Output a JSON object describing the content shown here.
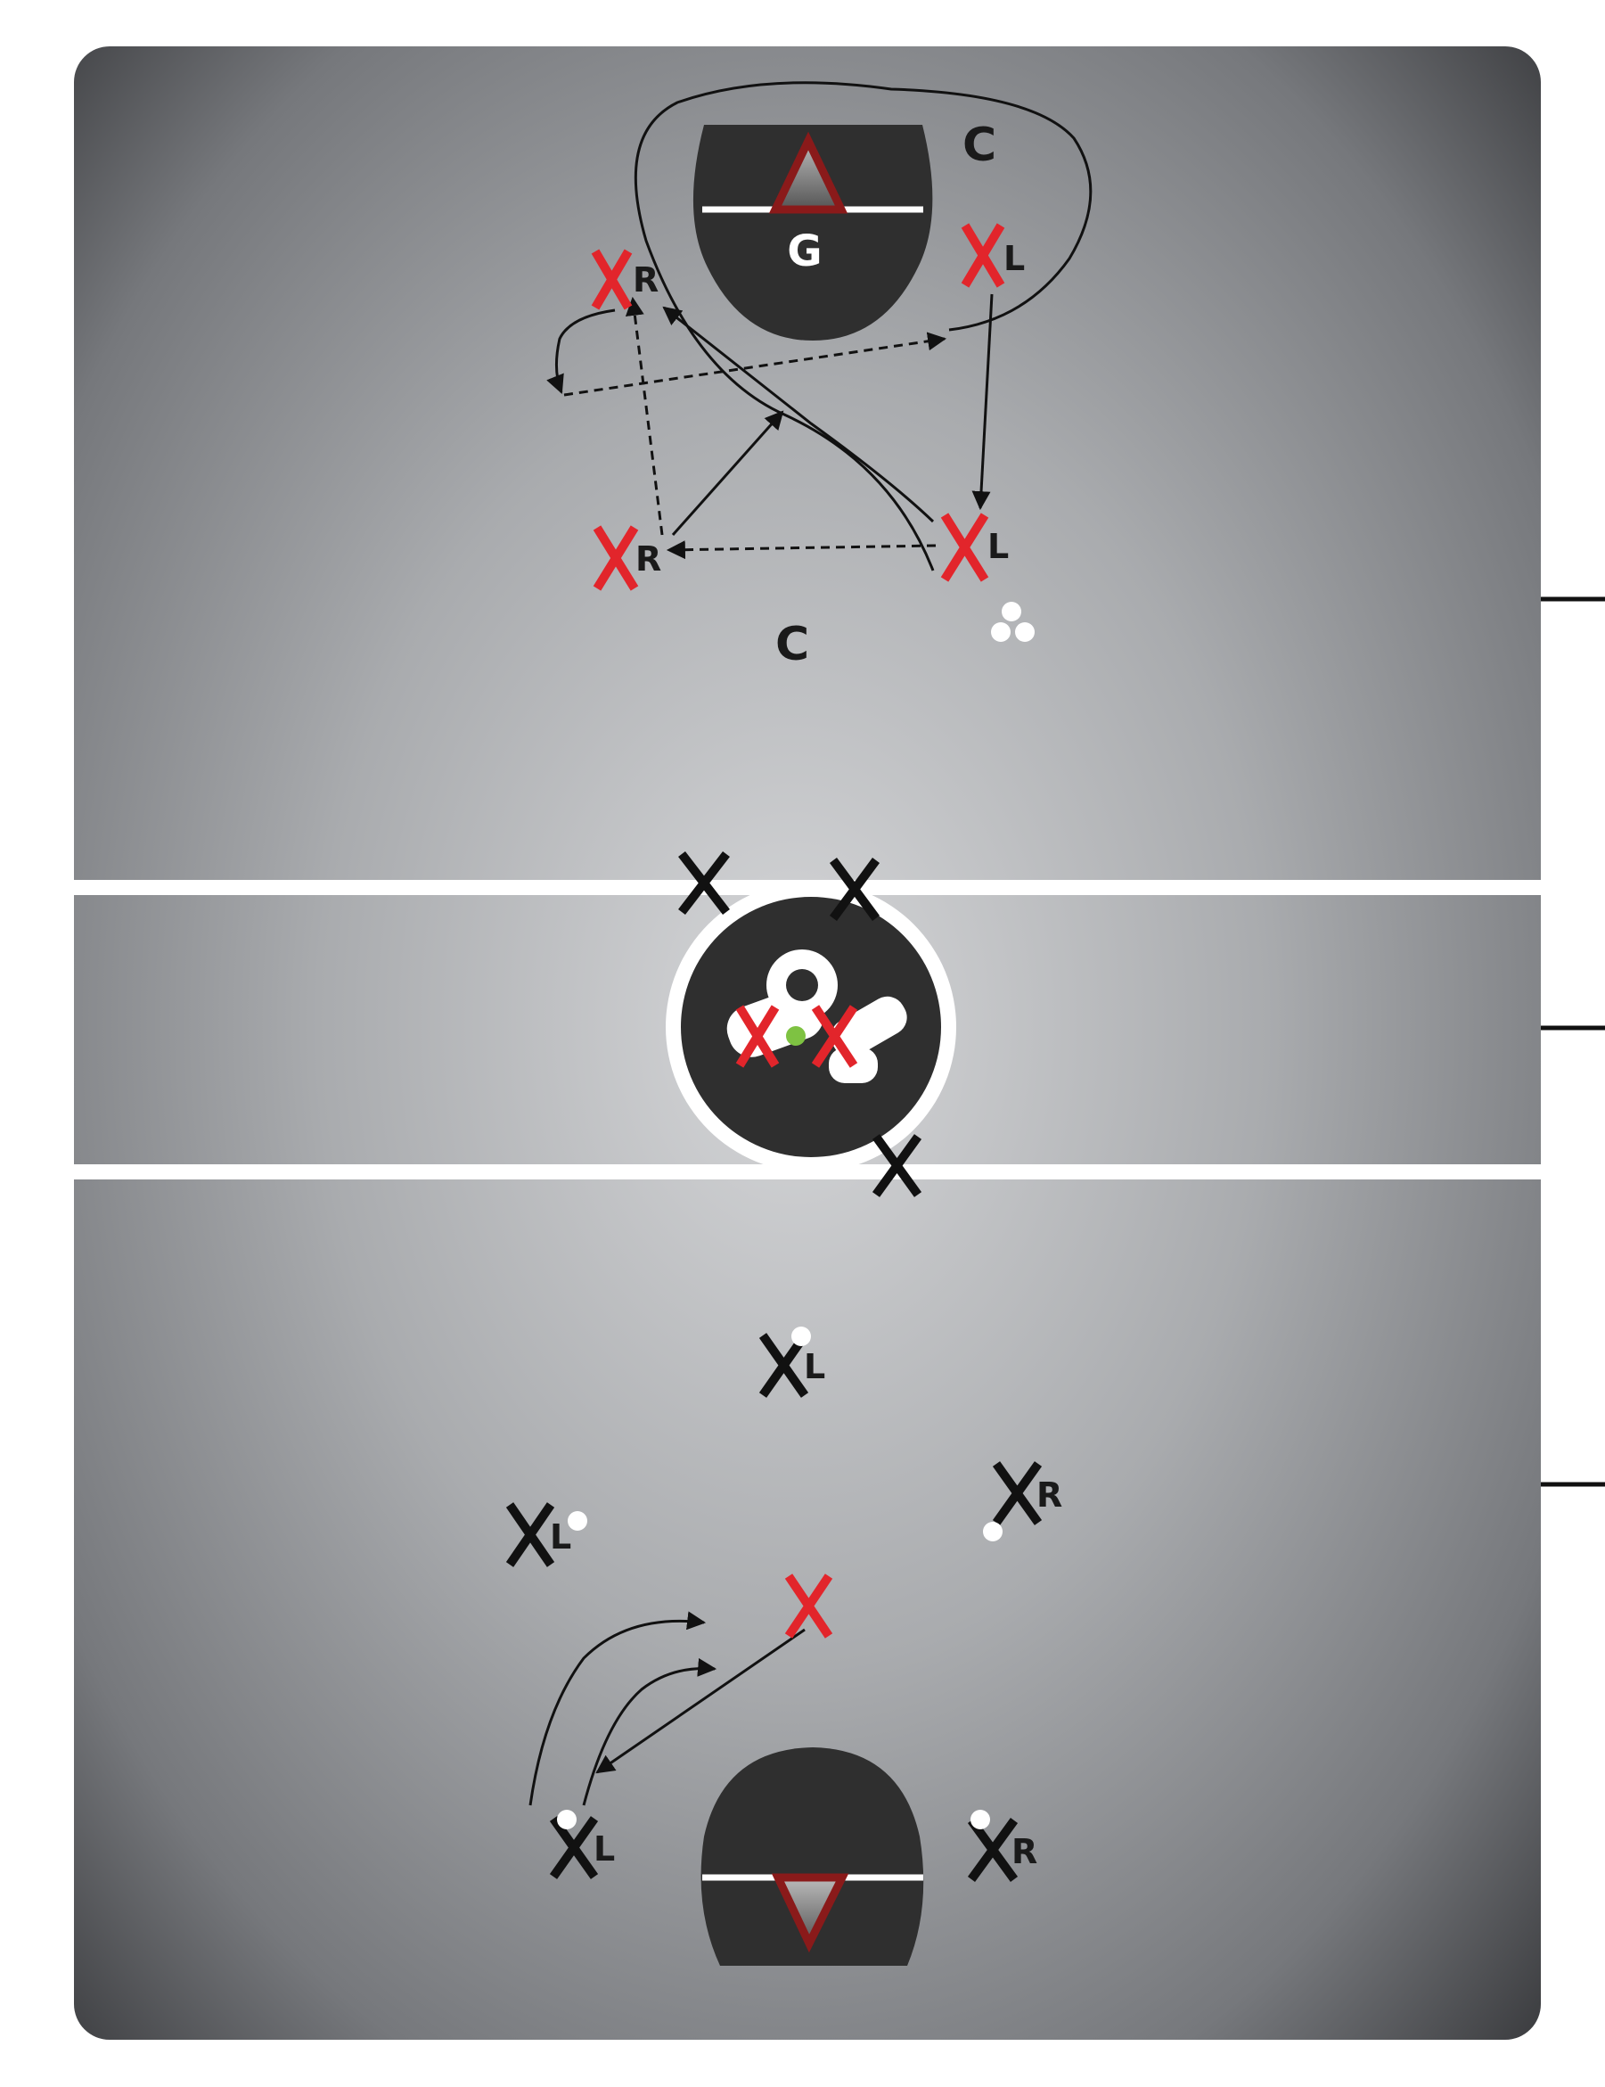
{
  "colors": {
    "field_center": "#d6d7d9",
    "field_edge": "#3b3c3f",
    "crease_fill": "#2f2f2f",
    "line_white": "#ffffff",
    "red_x": "#e2252b",
    "black_x": "#111111",
    "ball": "#ffffff",
    "green_ball": "#7ec242",
    "goal_red": "#8a1a1a"
  },
  "labels": {
    "goalie": "G",
    "right": "R",
    "left": "L",
    "crease_attacker": "C"
  },
  "center_logo": "lacrosse-brand-logo"
}
